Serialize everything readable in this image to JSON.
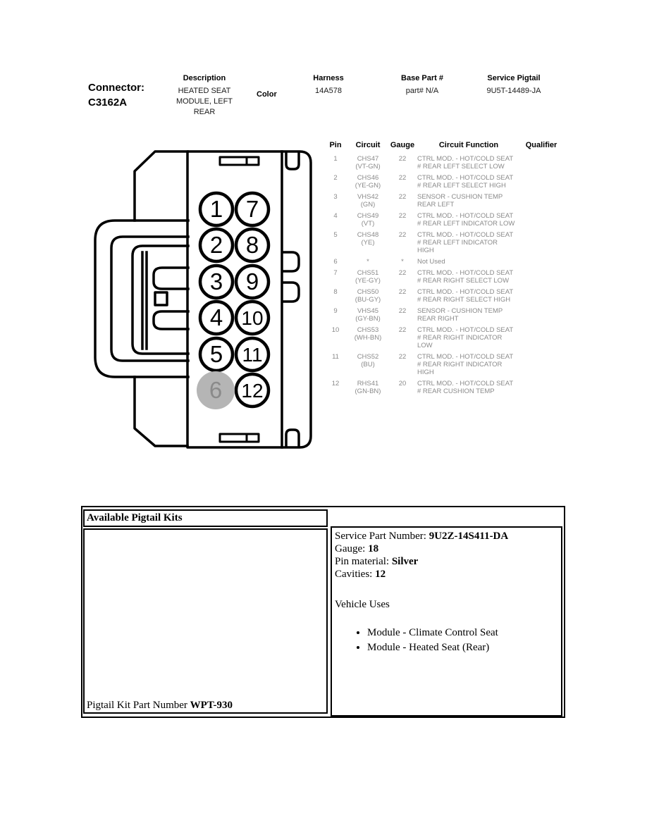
{
  "header": {
    "connector_label": "Connector:",
    "connector_id": "C3162A",
    "description": {
      "label": "Description",
      "value": "HEATED SEAT MODULE, LEFT REAR"
    },
    "color": {
      "label": "Color",
      "value": ""
    },
    "harness": {
      "label": "Harness",
      "value": "14A578"
    },
    "base_part": {
      "label": "Base Part #",
      "value": "part# N/A"
    },
    "service_pigtail": {
      "label": "Service Pigtail",
      "value": "9U5T-14489-JA"
    }
  },
  "connector_diagram": {
    "pins": [
      "1",
      "2",
      "3",
      "4",
      "5",
      "6",
      "7",
      "8",
      "9",
      "10",
      "11",
      "12"
    ],
    "unused_pin": "6",
    "line_color": "#000000",
    "unused_pin_fill": "#b5b5b5",
    "unused_pin_text_color": "#8a8a8a"
  },
  "pin_table": {
    "headers": [
      "Pin",
      "Circuit",
      "Gauge",
      "Circuit Function",
      "Qualifier"
    ],
    "body_text_color": "#8a8a8a",
    "rows": [
      {
        "pin": "1",
        "circuit": "CHS47",
        "color": "(VT-GN)",
        "gauge": "22",
        "function": "CTRL MOD. - HOT/COLD SEAT # REAR LEFT SELECT LOW",
        "qualifier": ""
      },
      {
        "pin": "2",
        "circuit": "CHS46",
        "color": "(YE-GN)",
        "gauge": "22",
        "function": "CTRL MOD. - HOT/COLD SEAT # REAR LEFT SELECT HIGH",
        "qualifier": ""
      },
      {
        "pin": "3",
        "circuit": "VHS42",
        "color": "(GN)",
        "gauge": "22",
        "function": "SENSOR - CUSHION TEMP REAR LEFT",
        "qualifier": ""
      },
      {
        "pin": "4",
        "circuit": "CHS49",
        "color": "(VT)",
        "gauge": "22",
        "function": "CTRL MOD. - HOT/COLD SEAT # REAR LEFT INDICATOR LOW",
        "qualifier": ""
      },
      {
        "pin": "5",
        "circuit": "CHS48",
        "color": "(YE)",
        "gauge": "22",
        "function": "CTRL MOD. - HOT/COLD SEAT # REAR LEFT INDICATOR HIGH",
        "qualifier": ""
      },
      {
        "pin": "6",
        "circuit": "*",
        "color": "",
        "gauge": "*",
        "function": "Not Used",
        "qualifier": ""
      },
      {
        "pin": "7",
        "circuit": "CHS51",
        "color": "(YE-GY)",
        "gauge": "22",
        "function": "CTRL MOD. - HOT/COLD SEAT # REAR RIGHT SELECT LOW",
        "qualifier": ""
      },
      {
        "pin": "8",
        "circuit": "CHS50",
        "color": "(BU-GY)",
        "gauge": "22",
        "function": "CTRL MOD. - HOT/COLD SEAT # REAR RIGHT SELECT HIGH",
        "qualifier": ""
      },
      {
        "pin": "9",
        "circuit": "VHS45",
        "color": "(GY-BN)",
        "gauge": "22",
        "function": "SENSOR - CUSHION TEMP REAR RIGHT",
        "qualifier": ""
      },
      {
        "pin": "10",
        "circuit": "CHS53",
        "color": "(WH-BN)",
        "gauge": "22",
        "function": "CTRL MOD. - HOT/COLD SEAT # REAR RIGHT INDICATOR LOW",
        "qualifier": ""
      },
      {
        "pin": "11",
        "circuit": "CHS52",
        "color": "(BU)",
        "gauge": "22",
        "function": "CTRL MOD. - HOT/COLD SEAT # REAR RIGHT INDICATOR HIGH",
        "qualifier": ""
      },
      {
        "pin": "12",
        "circuit": "RHS41",
        "color": "(GN-BN)",
        "gauge": "20",
        "function": "CTRL MOD. - HOT/COLD SEAT # REAR CUSHION TEMP",
        "qualifier": ""
      }
    ]
  },
  "pigtail_kits": {
    "title": "Available Pigtail Kits",
    "kit_label": "Pigtail Kit Part Number",
    "kit_value": "WPT-930",
    "details": [
      {
        "label": "Service Part Number:",
        "value": "9U2Z-14S411-DA"
      },
      {
        "label": "Gauge:",
        "value": "18"
      },
      {
        "label": "Pin material:",
        "value": "Silver"
      },
      {
        "label": "Cavities:",
        "value": "12"
      }
    ],
    "vehicle_uses_title": "Vehicle Uses",
    "vehicle_uses": [
      "Module - Climate Control Seat",
      "Module - Heated Seat (Rear)"
    ]
  }
}
